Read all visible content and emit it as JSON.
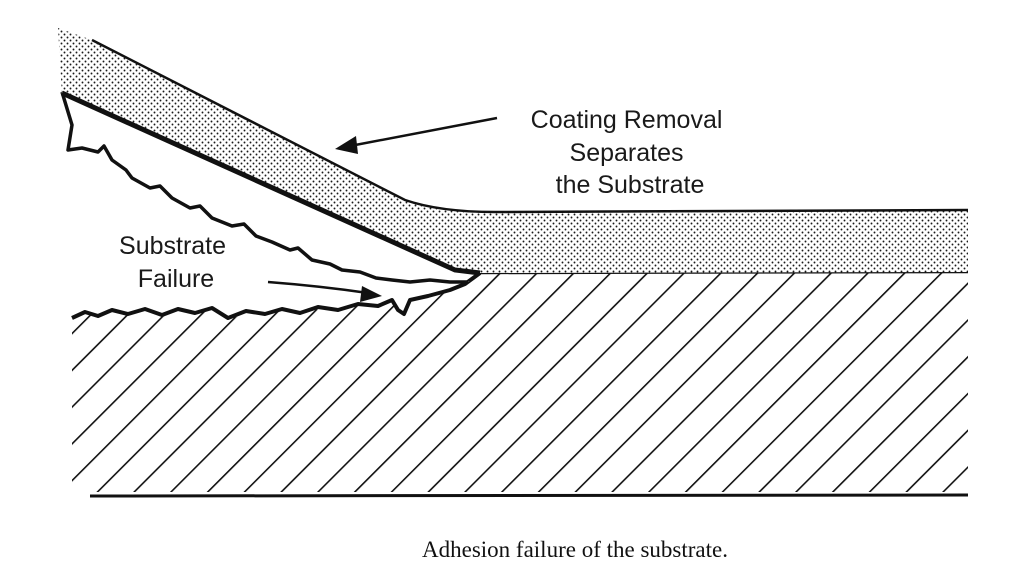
{
  "labels": {
    "coating_removal": [
      "Coating Removal",
      "Separates",
      "the Substrate"
    ],
    "substrate_failure": [
      "Substrate",
      "Failure"
    ]
  },
  "caption": "Adhesion failure of the substrate.",
  "colors": {
    "ink": "#111111",
    "background": "#ffffff"
  }
}
